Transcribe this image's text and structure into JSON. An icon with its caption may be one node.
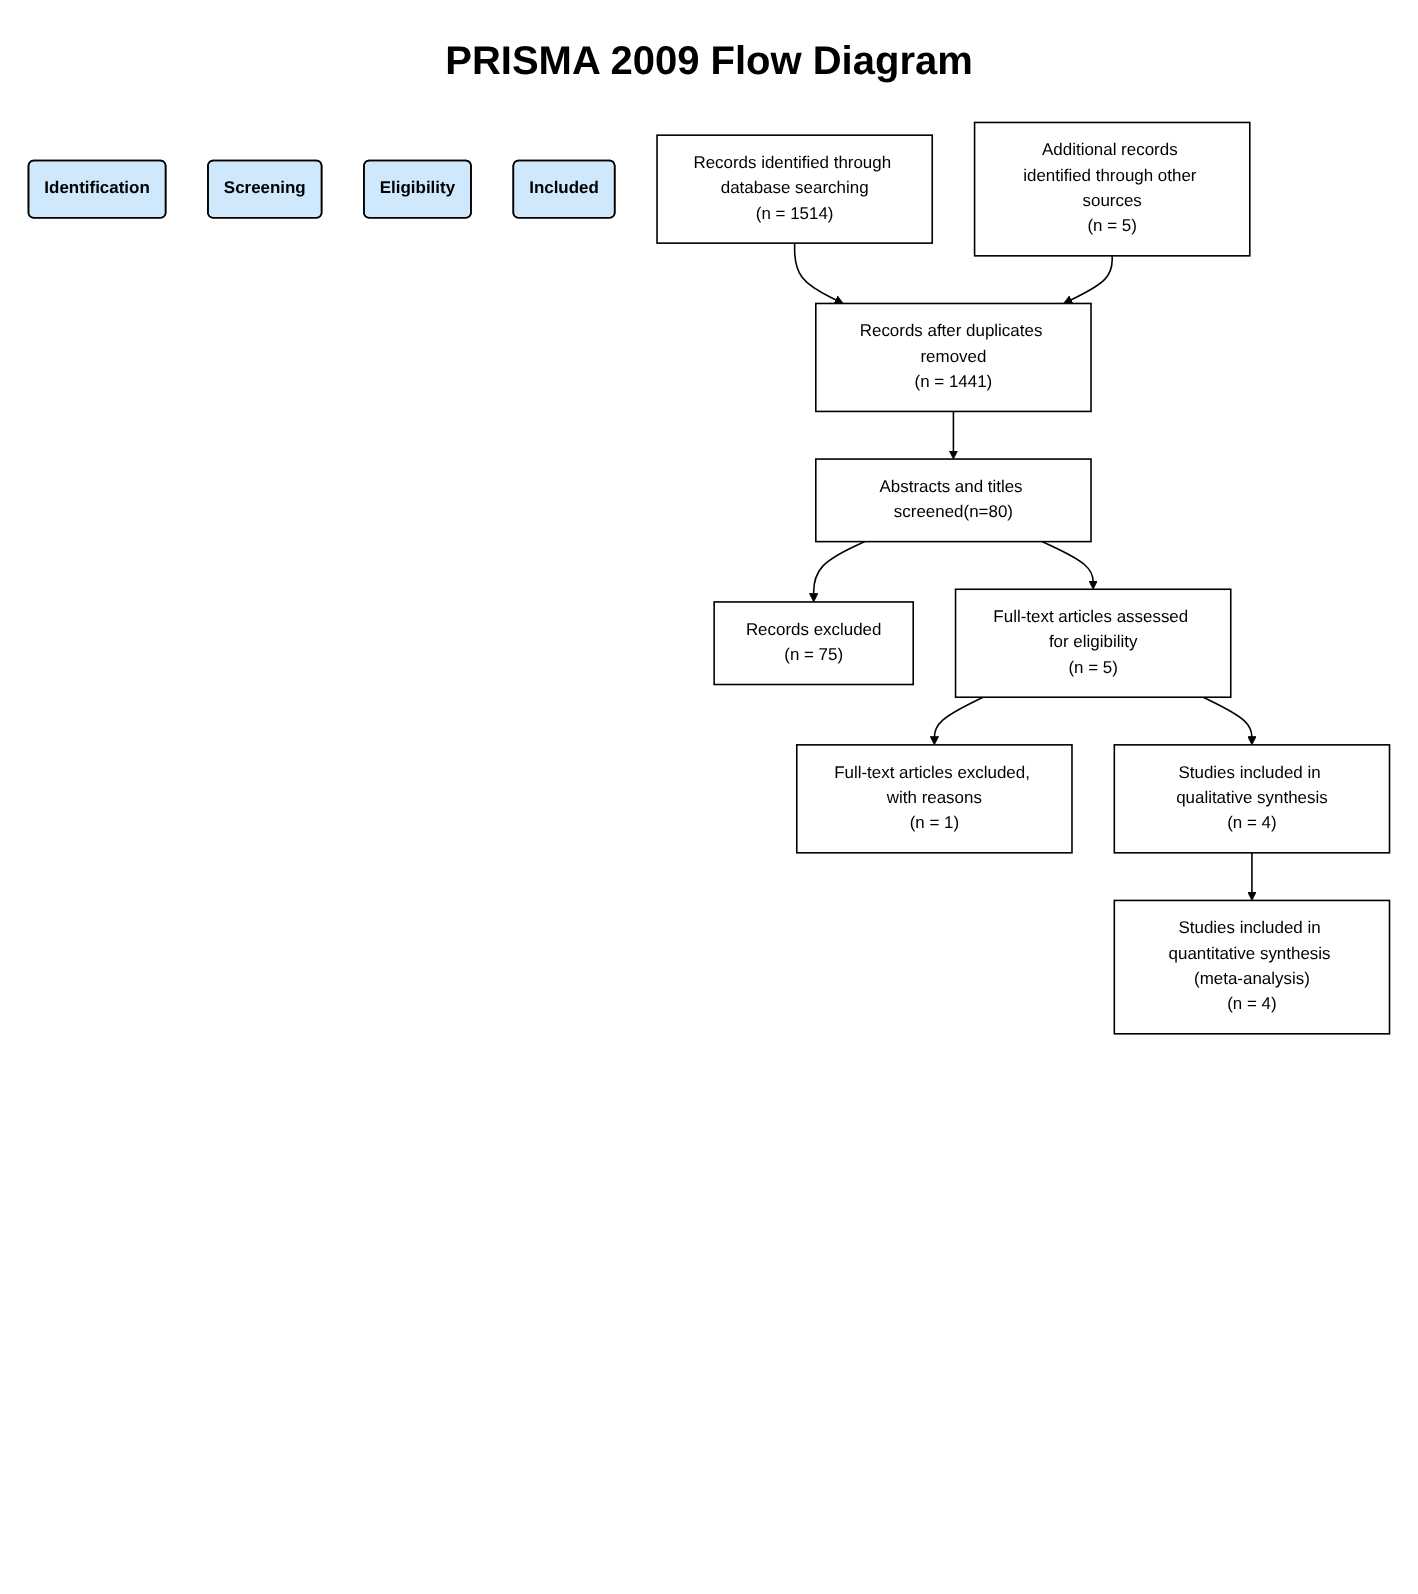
{
  "diagram": {
    "title": "PRISMA 2009 Flow Diagram",
    "nodes": [
      {
        "text": [
          "Identification"
        ]
      },
      {
        "text": [
          "Screening"
        ]
      },
      {
        "text": [
          "Eligibility"
        ]
      },
      {
        "text": [
          "Included"
        ]
      },
      {
        "text": [
          "Records identified through database searching",
          "(n = 1514)"
        ]
      },
      {
        "text": [
          "Additional records identified through other sources",
          "(n = 5)"
        ]
      },
      {
        "text": [
          "Records after duplicates removed",
          "(n = 1441)"
        ]
      },
      {
        "text": [
          "Abstracts and titles screened(n=80)"
        ]
      },
      {
        "text": [
          "Records excluded",
          "(n = 75)"
        ]
      },
      {
        "text": [
          "Full-text articles assessed for eligibility",
          "(n = 5)"
        ]
      },
      {
        "text": [
          "Full-text articles excluded, with reasons",
          "(n = 1)"
        ]
      },
      {
        "text": [
          "Studies included in qualitative synthesis",
          "(n = 4)"
        ]
      },
      {
        "text": [
          "Studies included in quantitative synthesis (meta-analysis)",
          "(n = 4)"
        ]
      }
    ],
    "edges": [
      {
        "from": 4,
        "to": 6,
        "arrow": "to"
      },
      {
        "from": 5,
        "to": 6,
        "arrow": "to"
      },
      {
        "from": 6,
        "to": 7,
        "arrow": "to"
      },
      {
        "from": 7,
        "to": 9,
        "arrow": "to"
      },
      {
        "from": 7,
        "to": 8,
        "arrow": "to"
      },
      {
        "from": 9,
        "to": 11,
        "arrow": "to"
      },
      {
        "from": 9,
        "to": 10,
        "arrow": "to"
      },
      {
        "from": 11,
        "to": 12,
        "arrow": "to"
      }
    ]
  }
}
